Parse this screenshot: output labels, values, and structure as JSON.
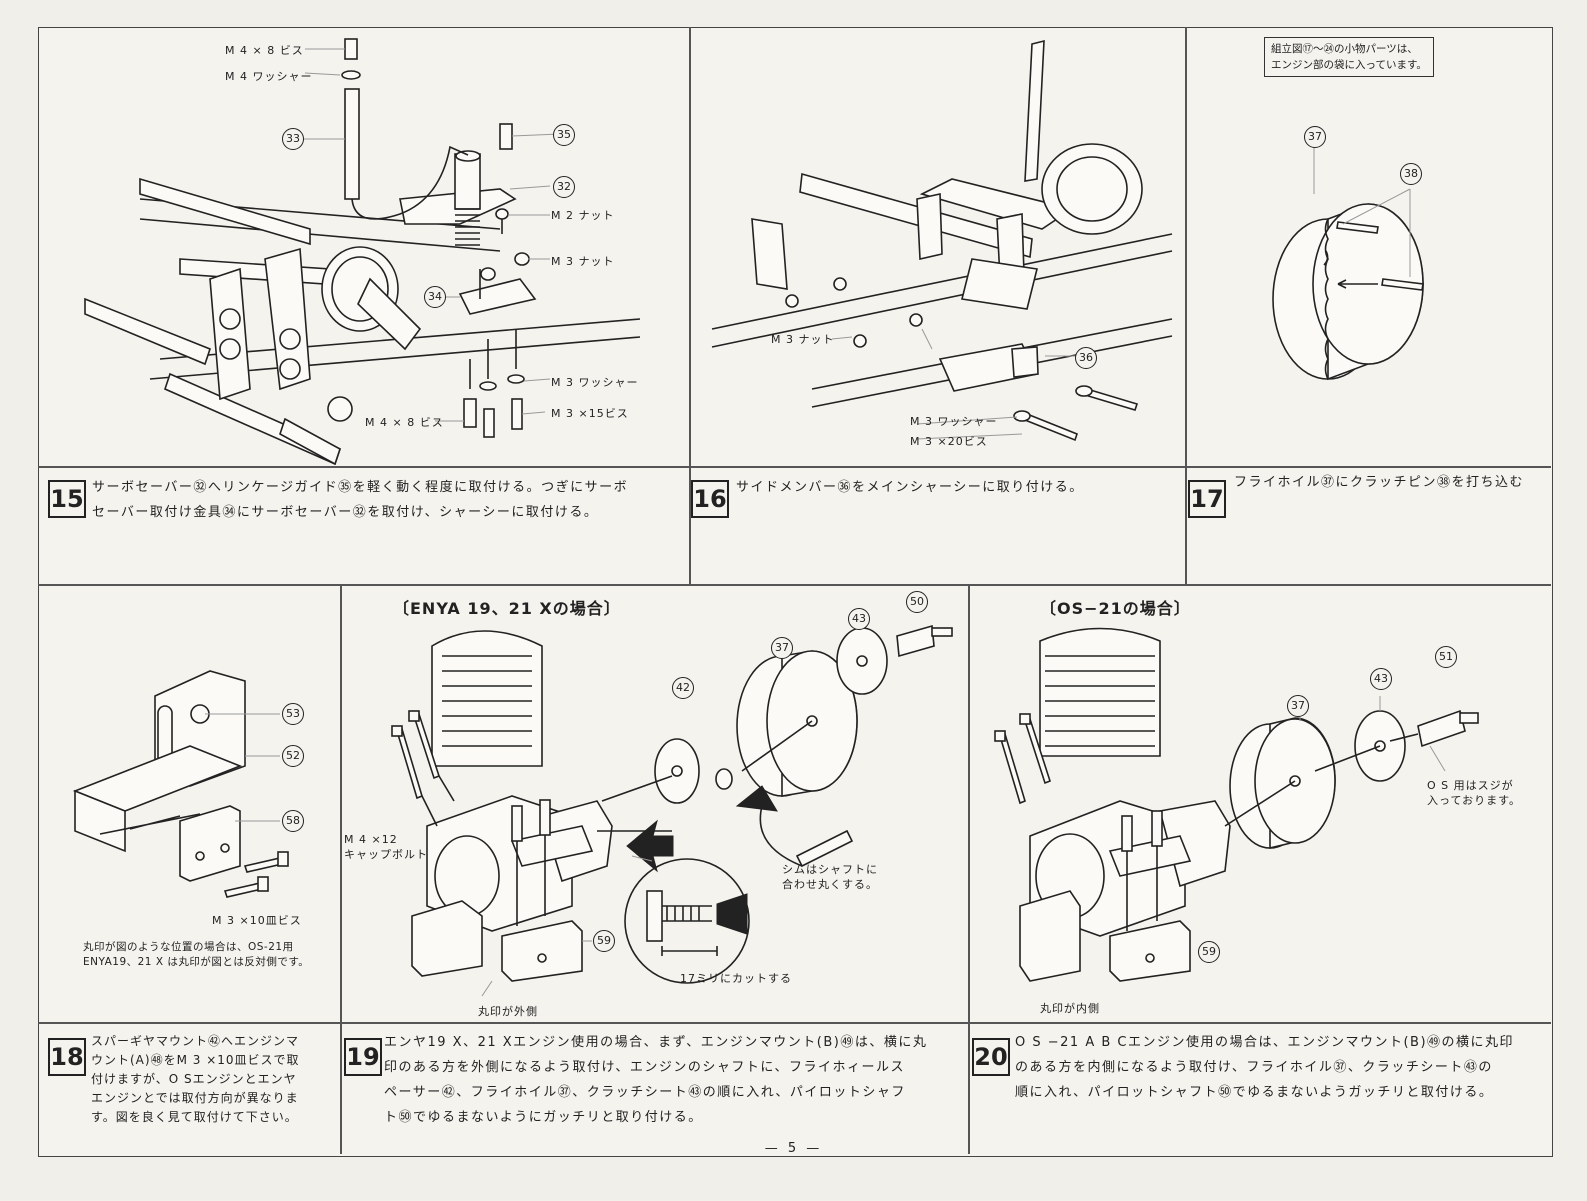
{
  "page_number": "— 5 —",
  "steps": {
    "s15": {
      "number": "15",
      "lines": [
        "サーボセーバー㉜へリンケージガイド㉟を軽く動く程度に取付ける。つぎにサーボ",
        "セーバー取付け金具㉞にサーボセーバー㉜を取付け、シャーシーに取付ける。"
      ],
      "labels": {
        "m4x8_top": "M 4 × 8 ビス",
        "m4_washer": "M 4 ワッシャー",
        "m2_nut": "M 2 ナット",
        "m3_nut": "M 3 ナット",
        "m3_washer": "M 3 ワッシャー",
        "m4x8_bottom": "M 4 × 8 ビス",
        "m3x15": "M 3 ×15ビス"
      },
      "refs": {
        "r33": "33",
        "r35": "35",
        "r32": "32",
        "r34": "34"
      }
    },
    "s16": {
      "number": "16",
      "lines": [
        "サイドメンバー㊱をメインシャーシーに取り付ける。"
      ],
      "labels": {
        "m3_nut": "M 3 ナット",
        "m3_washer": "M 3 ワッシャー",
        "m3x20": "M 3 ×20ビス"
      },
      "refs": {
        "r36": "36"
      }
    },
    "s17": {
      "number": "17",
      "lines": [
        "フライホイル㊲にクラッチピン㊳を打ち込む"
      ],
      "note_lines": [
        "組立図⑰〜㉔の小物パーツは、",
        "エンジン部の袋に入っています。"
      ],
      "refs": {
        "r37": "37",
        "r38": "38"
      }
    },
    "s18": {
      "number": "18",
      "lines": [
        "スパーギヤマウント㊷へエンジンマ",
        "ウント(A)㊽をM 3 ×10皿ビスで取",
        "付けますが、O Sエンジンとエンヤ",
        "エンジンとでは取付方向が異なりま",
        "す。図を良く見て取付けて下さい。"
      ],
      "labels": {
        "m3x10": "M 3 ×10皿ビス"
      },
      "note_lines": [
        "丸印が図のような位置の場合は、OS-21用",
        "ENYA19、21 X は丸印が図とは反対側です。"
      ],
      "refs": {
        "r53": "53",
        "r52": "52",
        "r58": "58"
      }
    },
    "s19": {
      "number": "19",
      "caption": "〔ENYA 19、21 Xの場合〕",
      "lines": [
        "エンヤ19 X、21 Xエンジン使用の場合、まず、エンジンマウント(B)㊾は、横に丸",
        "印のある方を外側になるよう取付け、エンジンのシャフトに、フライホィールス",
        "ペーサー㊷、フライホイル㊲、クラッチシート㊸の順に入れ、パイロットシャフ",
        "ト㊿でゆるまないようにガッチリと取り付ける。"
      ],
      "labels": {
        "cap_bolt": "M 4 ×12\nキャップボルト",
        "shim": "シムはシャフトに\n合わせ丸くする。",
        "cut17": "17ミリにカットする",
        "mark_out": "丸印が外側"
      },
      "refs": {
        "r42": "42",
        "r37": "37",
        "r43": "43",
        "r50": "50",
        "r59": "59"
      }
    },
    "s20": {
      "number": "20",
      "caption": "〔OS−21の場合〕",
      "lines": [
        "O S −21 A B Cエンジン使用の場合は、エンジンマウント(B)㊾の横に丸印",
        "のある方を内側になるよう取付け、フライホイル㊲、クラッチシート㊸の",
        "順に入れ、パイロットシャフト㊿でゆるまないようガッチリと取付ける。"
      ],
      "labels": {
        "os_note": "O S 用はスジが\n入っております。",
        "mark_in": "丸印が内側"
      },
      "refs": {
        "r37": "37",
        "r43": "43",
        "r51": "51",
        "r59": "59"
      }
    }
  }
}
